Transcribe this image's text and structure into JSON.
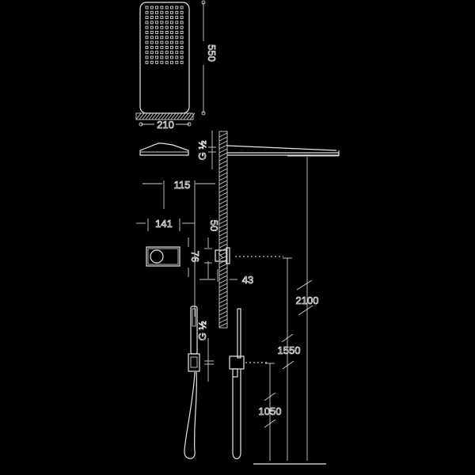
{
  "diagram": {
    "type": "technical-dimension-drawing",
    "subject": "concealed shower set with rain head, thermostatic control and hand shower",
    "background": "#000000",
    "line_color": "#e6e6e6",
    "dimensions": {
      "head_width": "210",
      "head_length": "550",
      "inlet_thread_top": "G ½",
      "arm_offset": "115",
      "control_width": "141",
      "control_offset_top": "50",
      "control_height": "76",
      "control_depth": "43",
      "inlet_thread_hand": "G ½",
      "height_overhead": "2100",
      "height_control": "1550",
      "height_hand_outlet": "1050"
    }
  }
}
